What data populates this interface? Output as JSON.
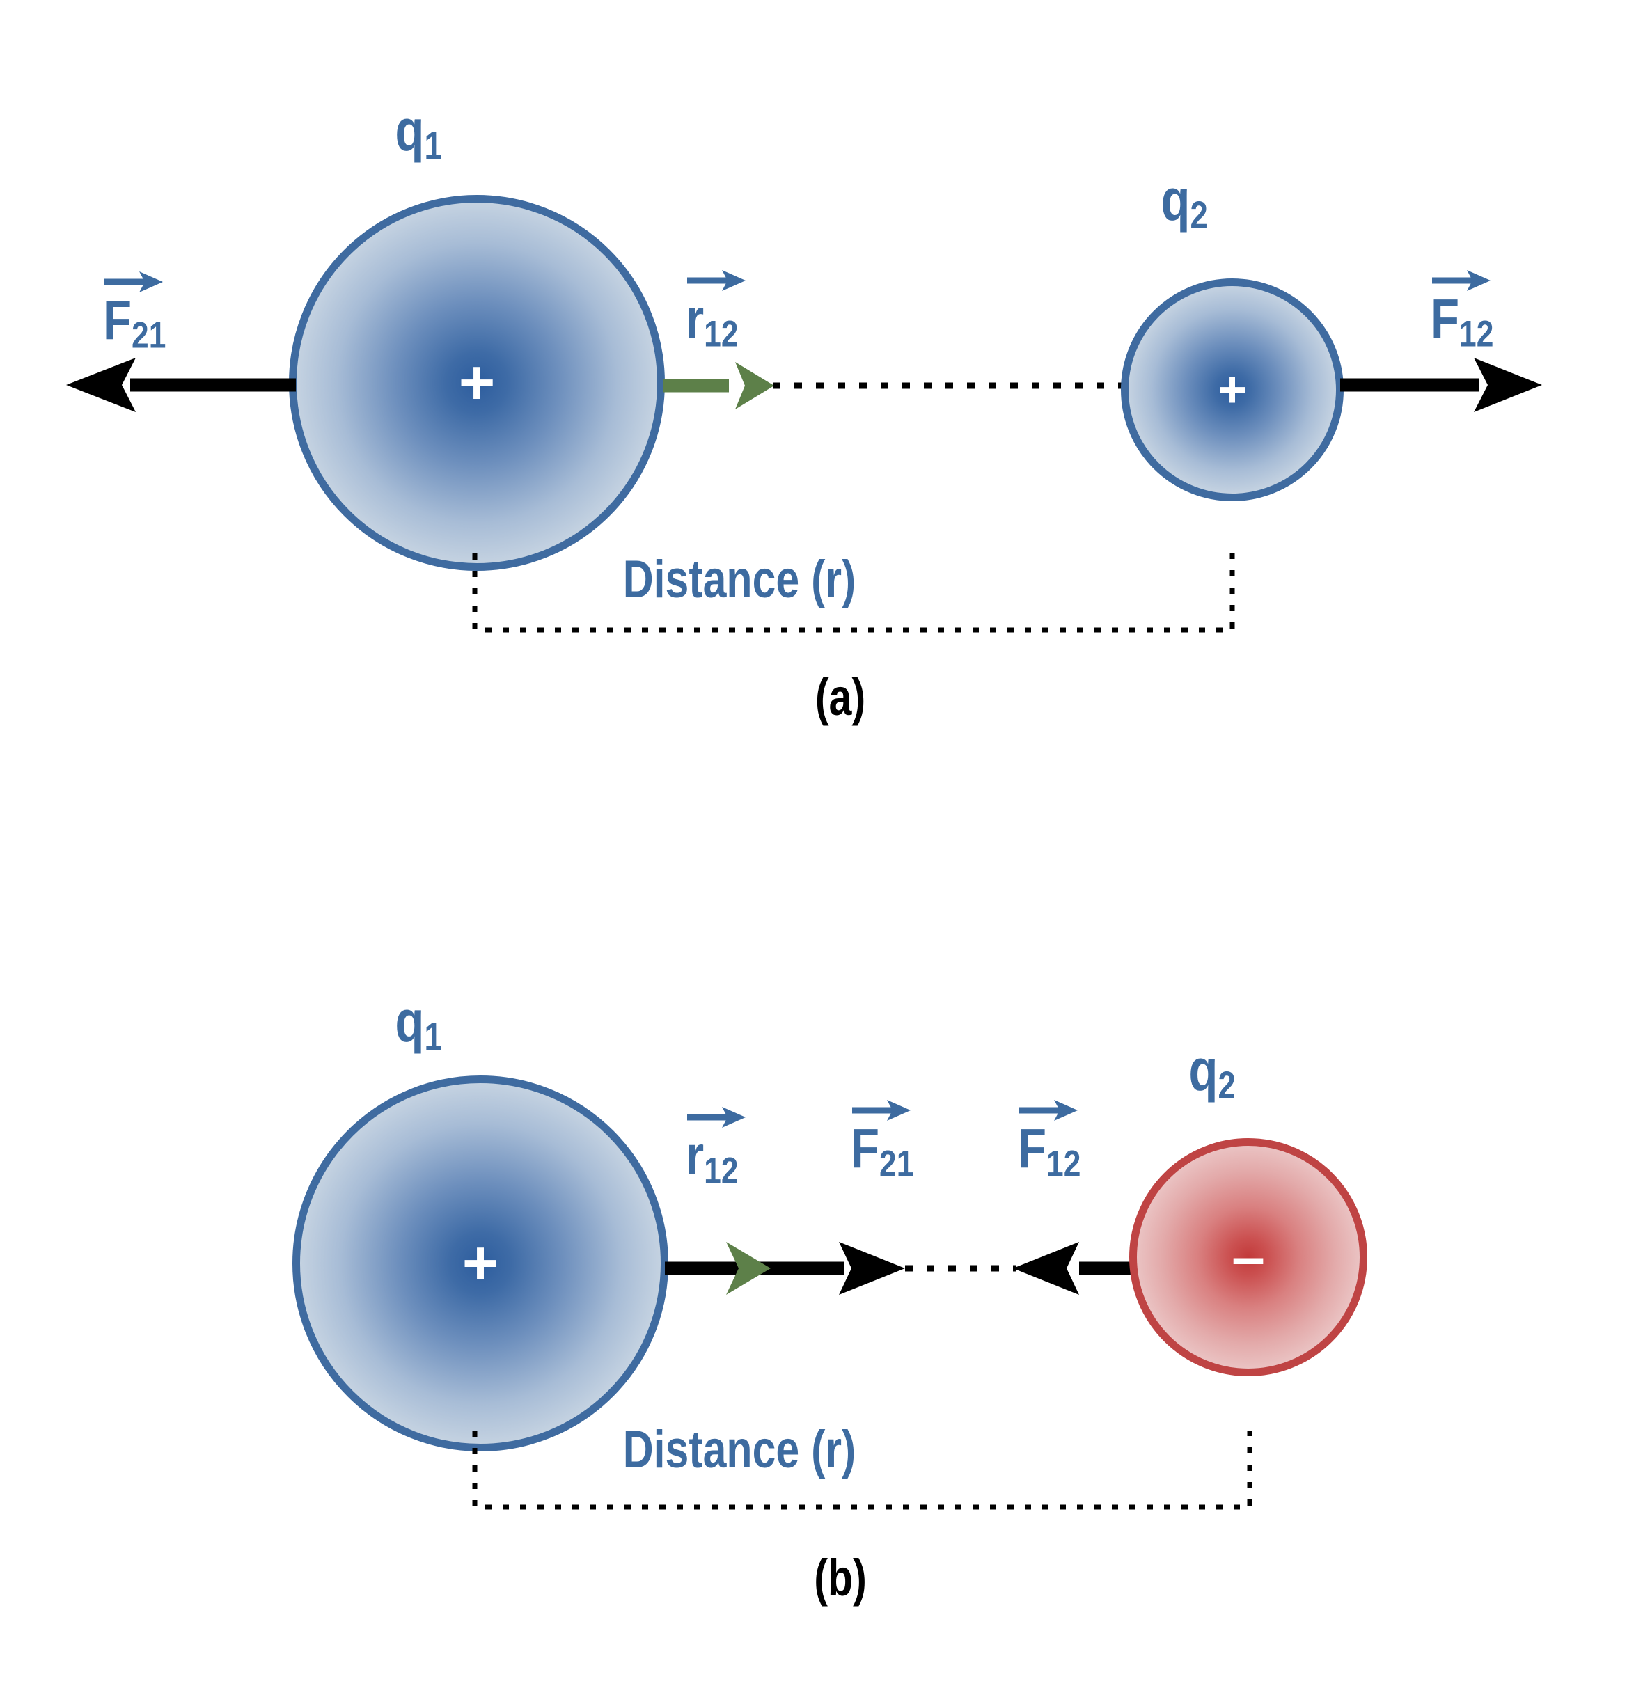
{
  "figure": {
    "title_hidden": "",
    "colors": {
      "charge_positive_border": "#3f6ba0",
      "charge_positive_center": "#2d5d9e",
      "charge_negative_border": "#bf4444",
      "charge_negative_center": "#c23a3a",
      "label_blue": "#3d6ba0",
      "unit_vector_green": "#5d8049",
      "force_arrow_black": "#000000",
      "background": "#ffffff"
    }
  },
  "panel_a": {
    "caption": "(a)",
    "description": "Two positive charges repel each other",
    "charge1": {
      "label": "q",
      "subscript": "1",
      "sign": "+",
      "polarity": "positive"
    },
    "charge2": {
      "label": "q",
      "subscript": "2",
      "sign": "+",
      "polarity": "positive"
    },
    "vectors": [
      {
        "symbol": "F",
        "subscript": "21",
        "direction": "left",
        "color": "black",
        "name": "force-on-1-from-2"
      },
      {
        "symbol": "r",
        "subscript": "12",
        "direction": "right",
        "color": "green",
        "name": "unit-vector-r12"
      },
      {
        "symbol": "F",
        "subscript": "12",
        "direction": "right",
        "color": "black",
        "name": "force-on-2-from-1"
      }
    ],
    "distance_label": "Distance (r)"
  },
  "panel_b": {
    "caption": "(b)",
    "description": "A positive and a negative charge attract each other",
    "charge1": {
      "label": "q",
      "subscript": "1",
      "sign": "+",
      "polarity": "positive"
    },
    "charge2": {
      "label": "q",
      "subscript": "2",
      "sign": "–",
      "polarity": "negative"
    },
    "vectors": [
      {
        "symbol": "r",
        "subscript": "12",
        "direction": "right",
        "color": "green",
        "name": "unit-vector-r12"
      },
      {
        "symbol": "F",
        "subscript": "21",
        "direction": "right",
        "color": "black",
        "name": "force-on-1-from-2"
      },
      {
        "symbol": "F",
        "subscript": "12",
        "direction": "left",
        "color": "black",
        "name": "force-on-2-from-1"
      }
    ],
    "distance_label": "Distance (r)"
  }
}
